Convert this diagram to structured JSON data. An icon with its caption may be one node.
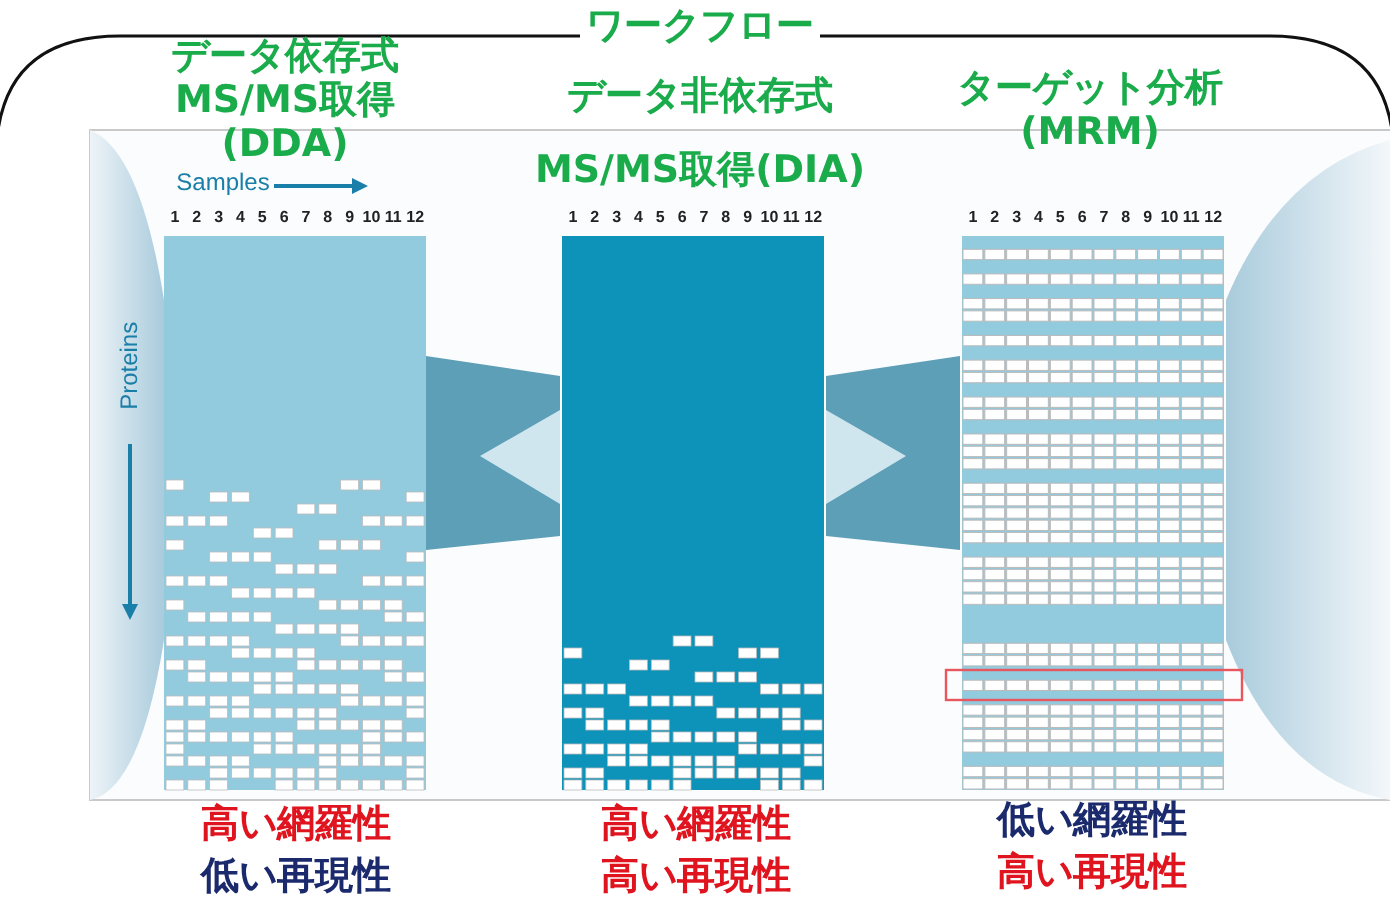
{
  "diagram": {
    "labels": [
      "ワークフロー",
      "データ依存式 MS/MS取得 (DDA)",
      "データ非依存式",
      "ターゲット分析 (MRM)",
      "MS/MS取得(DIA)",
      "Samples",
      "1",
      "2",
      "3",
      "4",
      "5",
      "6",
      "7",
      "8",
      "9",
      "10",
      "11",
      "12",
      "1",
      "2",
      "3",
      "4",
      "5",
      "6",
      "7",
      "8",
      "9",
      "10",
      "11",
      "12",
      "1",
      "2",
      "3",
      "4",
      "5",
      "6",
      "7",
      "8",
      "9",
      "10",
      "11",
      "12",
      "Proteins",
      "高い網羅性",
      "低い再現性",
      "高い網羅性",
      "高い再現性",
      "低い網羅性",
      "高い再現性"
    ]
  }
}
